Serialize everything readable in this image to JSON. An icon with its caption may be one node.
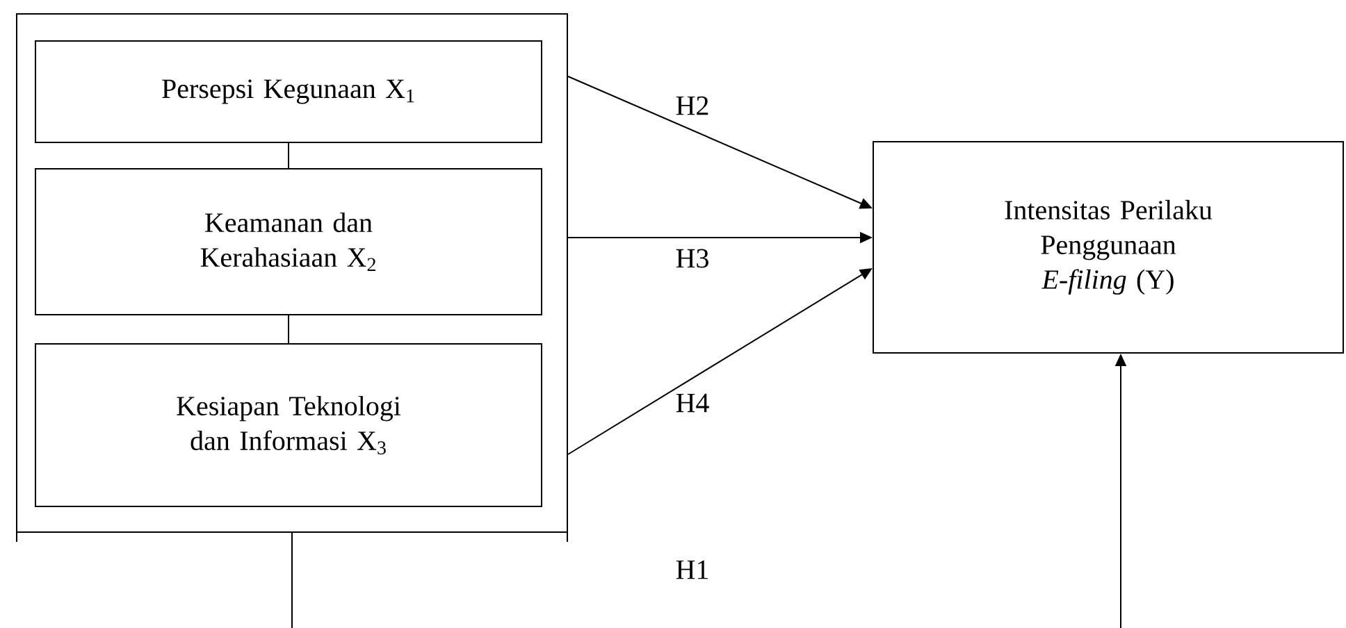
{
  "diagram": {
    "nodes": [
      {
        "text": [],
        "shape": "box"
      },
      {
        "text": [
          "Persepsi Kegunaan X$_{1}$"
        ],
        "in": 0
      },
      {
        "text": [
          "Keamanan dan Kerahasiaan X$_{2}$"
        ],
        "in": 0
      },
      {
        "text": [
          "Kesiapan Teknologi dan Informasi X$_{3}$"
        ],
        "in": 0
      },
      {
        "text": [
          "Intensitas Perilaku Penggunaan *E-filing* (Y)"
        ]
      }
    ],
    "edges": [
      {
        "from": 1,
        "to": 2,
        "arrow": "none"
      },
      {
        "from": 2,
        "to": 3,
        "arrow": "none"
      },
      {
        "from": 0,
        "to": 4,
        "arrow": "to",
        "label": "H2"
      },
      {
        "from": 0,
        "to": 4,
        "arrow": "to",
        "label": "H3"
      },
      {
        "from": 0,
        "to": 4,
        "arrow": "to",
        "label": "H4"
      },
      {
        "from": 0,
        "to": null,
        "arrow": "none"
      },
      {
        "from": null,
        "to": 4,
        "arrow": "to"
      }
    ],
    "labels": [
      "H1"
    ]
  }
}
